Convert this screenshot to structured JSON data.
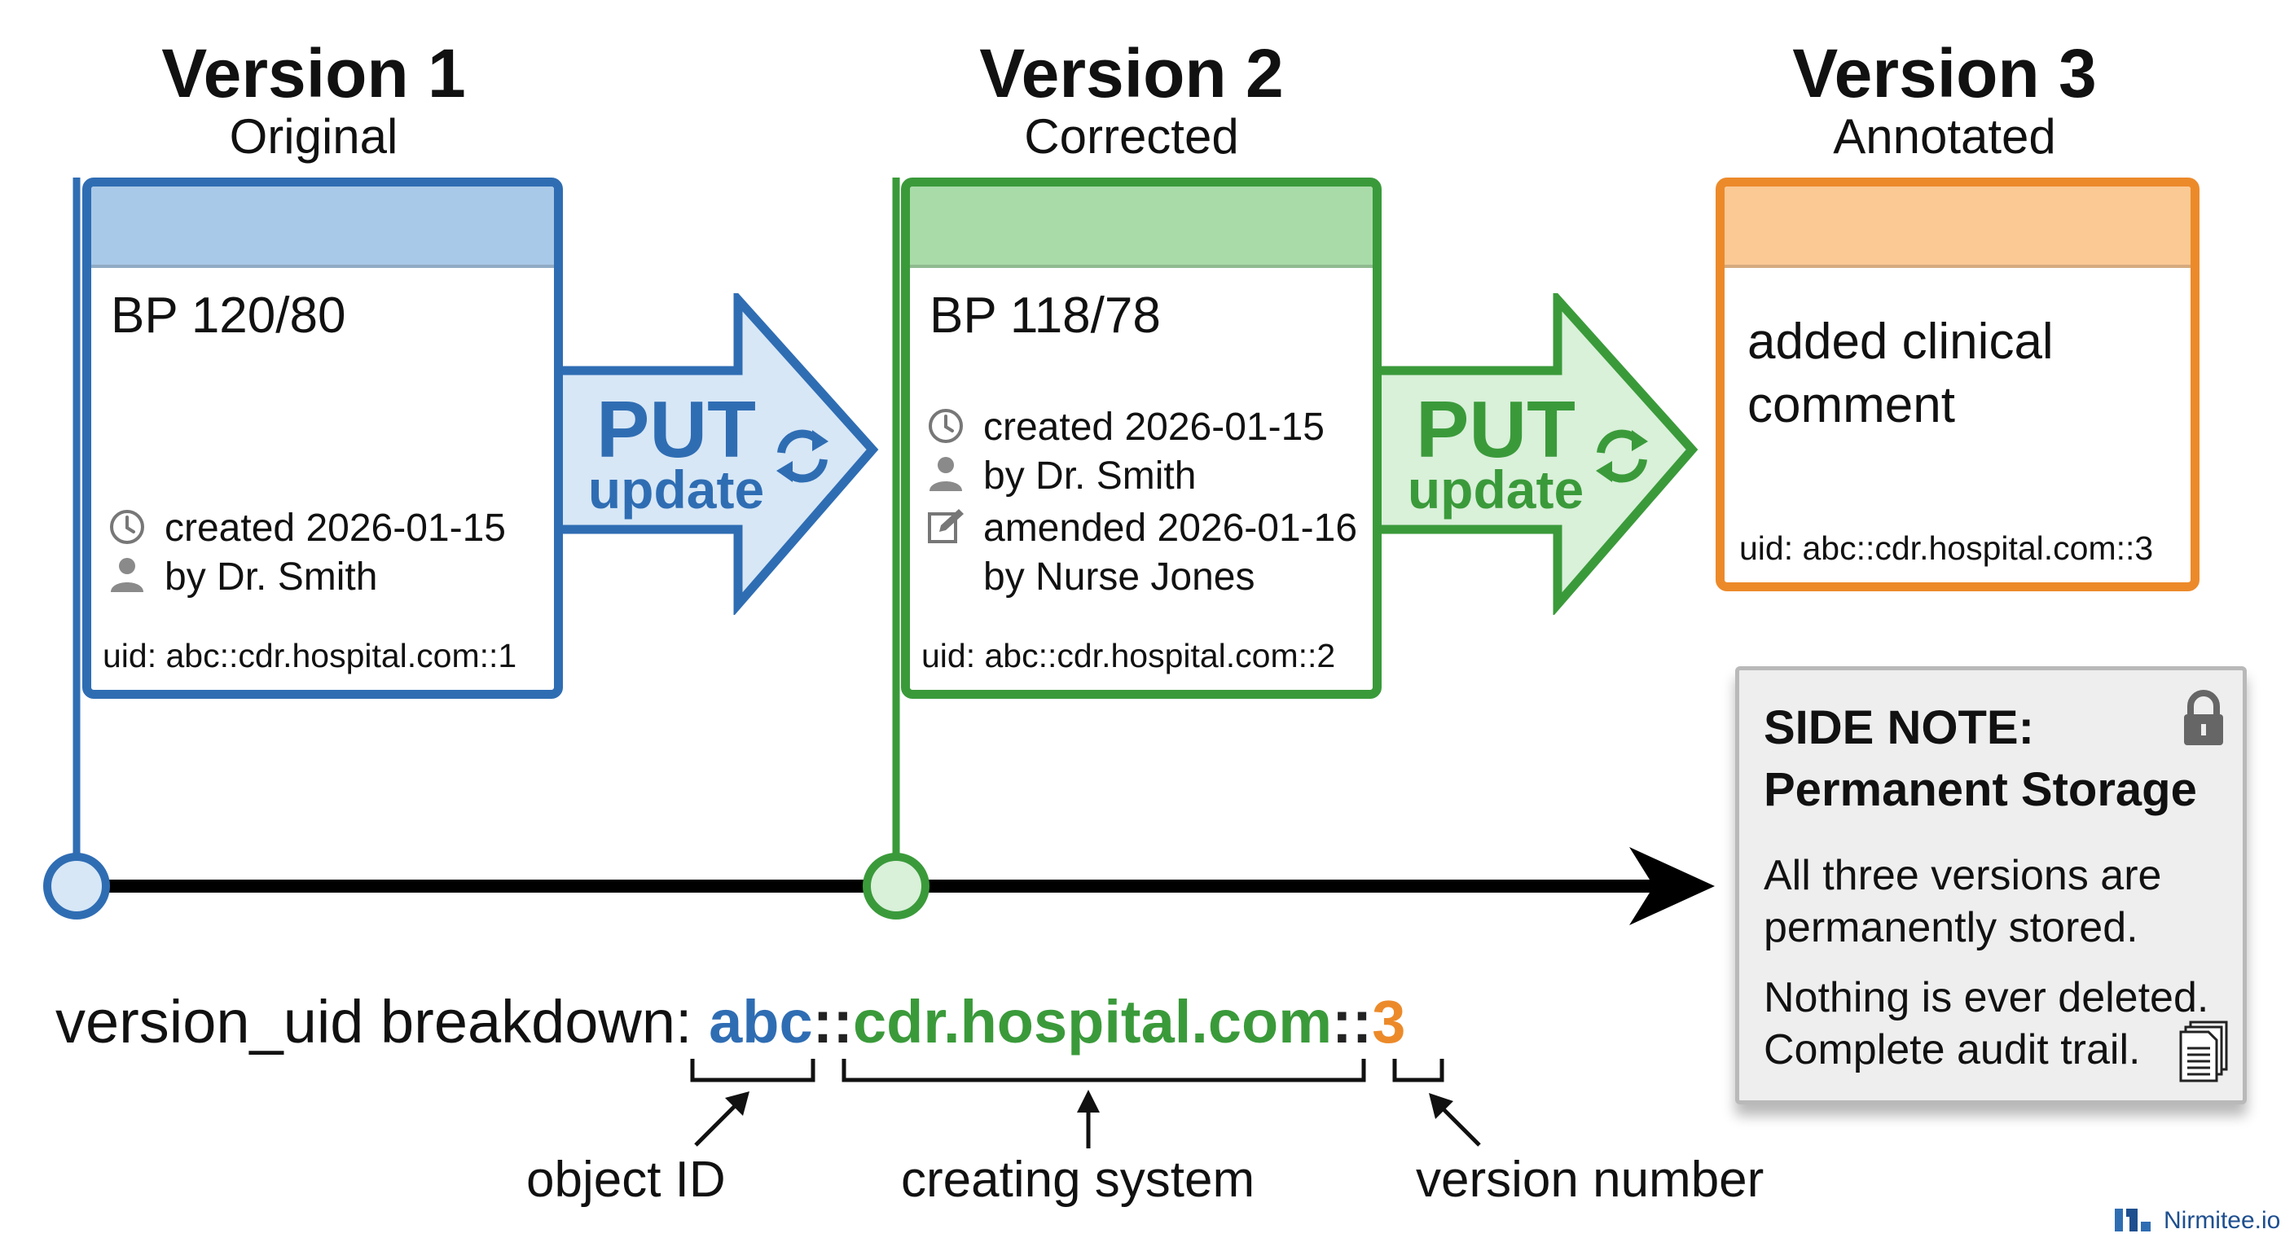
{
  "versions": [
    {
      "title": "Version 1",
      "subtitle": "Original",
      "value": "BP 120/80",
      "created": "created 2026-01-15",
      "created_by": "by Dr. Smith",
      "uid": "uid: abc::cdr.hospital.com::1",
      "color": "#2f6db3",
      "header_color": "#a9c9e8"
    },
    {
      "title": "Version 2",
      "subtitle": "Corrected",
      "value": "BP 118/78",
      "created": "created 2026-01-15",
      "created_by": "by Dr. Smith",
      "amended": "amended 2026-01-16",
      "amended_by": "by Nurse Jones",
      "uid": "uid: abc::cdr.hospital.com::2",
      "color": "#3a9a3a",
      "header_color": "#a9dba9"
    },
    {
      "title": "Version 3",
      "subtitle": "Annotated",
      "value": "added clinical comment",
      "uid": "uid: abc::cdr.hospital.com::3",
      "color": "#ec8a2a",
      "header_color": "#fbc994"
    }
  ],
  "arrows": [
    {
      "verb": "PUT",
      "label": "update",
      "color": "#2f6db3",
      "fill": "#d7e7f6"
    },
    {
      "verb": "PUT",
      "label": "update",
      "color": "#3a9a3a",
      "fill": "#d9f0d9"
    }
  ],
  "side_note": {
    "heading_1": "SIDE NOTE:",
    "heading_2": "Permanent Storage",
    "line_1": "All three versions are",
    "line_2": "permanently stored.",
    "line_3": "Nothing is ever deleted.",
    "line_4": "Complete audit trail."
  },
  "breakdown": {
    "label": "version_uid breakdown:",
    "object_id": "abc",
    "sep_1": "::",
    "system": "cdr.hospital.com",
    "sep_2": "::",
    "version": "3",
    "caption_object": "object ID",
    "caption_system": "creating system",
    "caption_version": "version number"
  },
  "brand": "Nirmitee.io",
  "icons": [
    "clock-icon",
    "person-icon",
    "edit-icon",
    "refresh-icon",
    "lock-icon",
    "document-icon",
    "brand-logo-icon"
  ]
}
